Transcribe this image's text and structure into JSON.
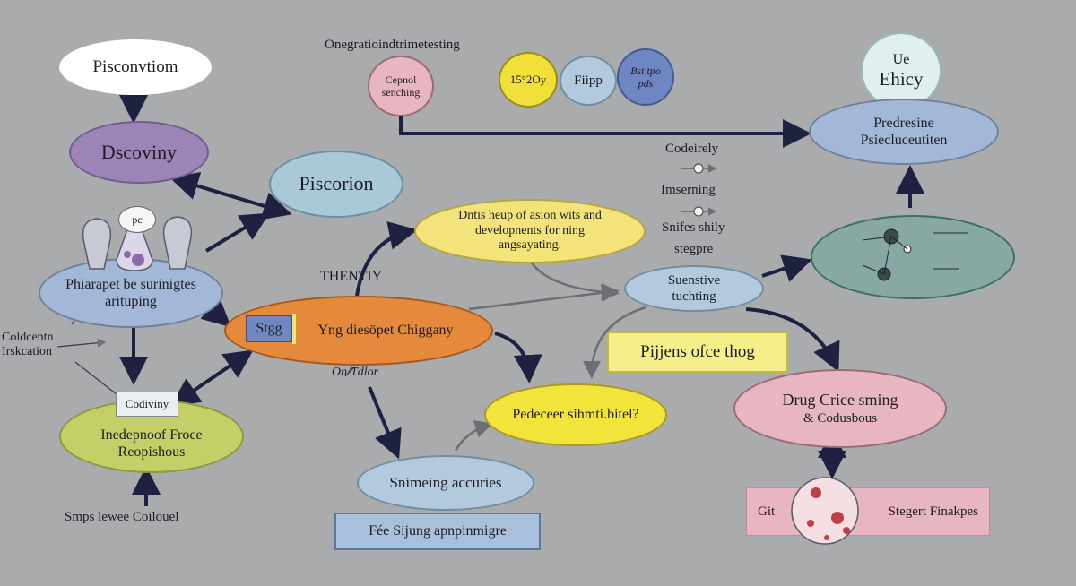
{
  "nodes": {
    "top_left_title": "Pisconvtiom",
    "discovery": "Dscoviny",
    "piscorion": "Piscorion",
    "pc_label": "pc",
    "pharma": [
      "Phiarapet be surinigtes",
      "arituping"
    ],
    "cold_label": [
      "Coldcentn",
      "Irskcation"
    ],
    "codiviny": "Codiviny",
    "independ": [
      "Inedepnoof Froce",
      "Reopishous"
    ],
    "smps": "Smps lewee Coilouel",
    "thienty": "THENTIY",
    "stgg": "Stgg",
    "stage_main": "Yng diesöpet Chiggany",
    "on_label": "On/Tdlor",
    "screening": "Snimeing accuries",
    "fee_box": "Fée Sijung apnpinmigre",
    "top_heading": "Onegratioindtrimetesting",
    "cepnol": [
      "Cepnol",
      "senching"
    ],
    "c15": "15°2Oy",
    "fiipp": "Fiipp",
    "bst": [
      "Bst tpo",
      "pds"
    ],
    "yellow_box": [
      "Dntis heup of asion wits and",
      "developnents for ning",
      "angsayating."
    ],
    "codeirely": "Codeirely",
    "imserning": "Imserning",
    "snifes": "Snifes shily",
    "stegpre": "stegpre",
    "sensitive": [
      "Suenstive",
      "tuchting"
    ],
    "pijjens": "Pijjens ofce thog",
    "predecce": "Pedeceer sihmti.bitel?",
    "ue": "Ue",
    "ehicy": "Ehicy",
    "predresine": [
      "Predresine",
      "Psiecluceutiten"
    ],
    "drug": "Drug Crice sming",
    "codusbous": "& Codusbous",
    "git": "Git",
    "stegert": "Stegert Finakpes"
  },
  "colors": {
    "background": "#a9abac",
    "arrow": "#1e2240",
    "purple": "#9d84b7",
    "blue": "#a9c0d8",
    "orange": "#e58a3c",
    "yellow": "#f2e47a",
    "green_yellow": "#c4cf68",
    "teal": "#6ea79a",
    "pink": "#e7b6c0"
  }
}
